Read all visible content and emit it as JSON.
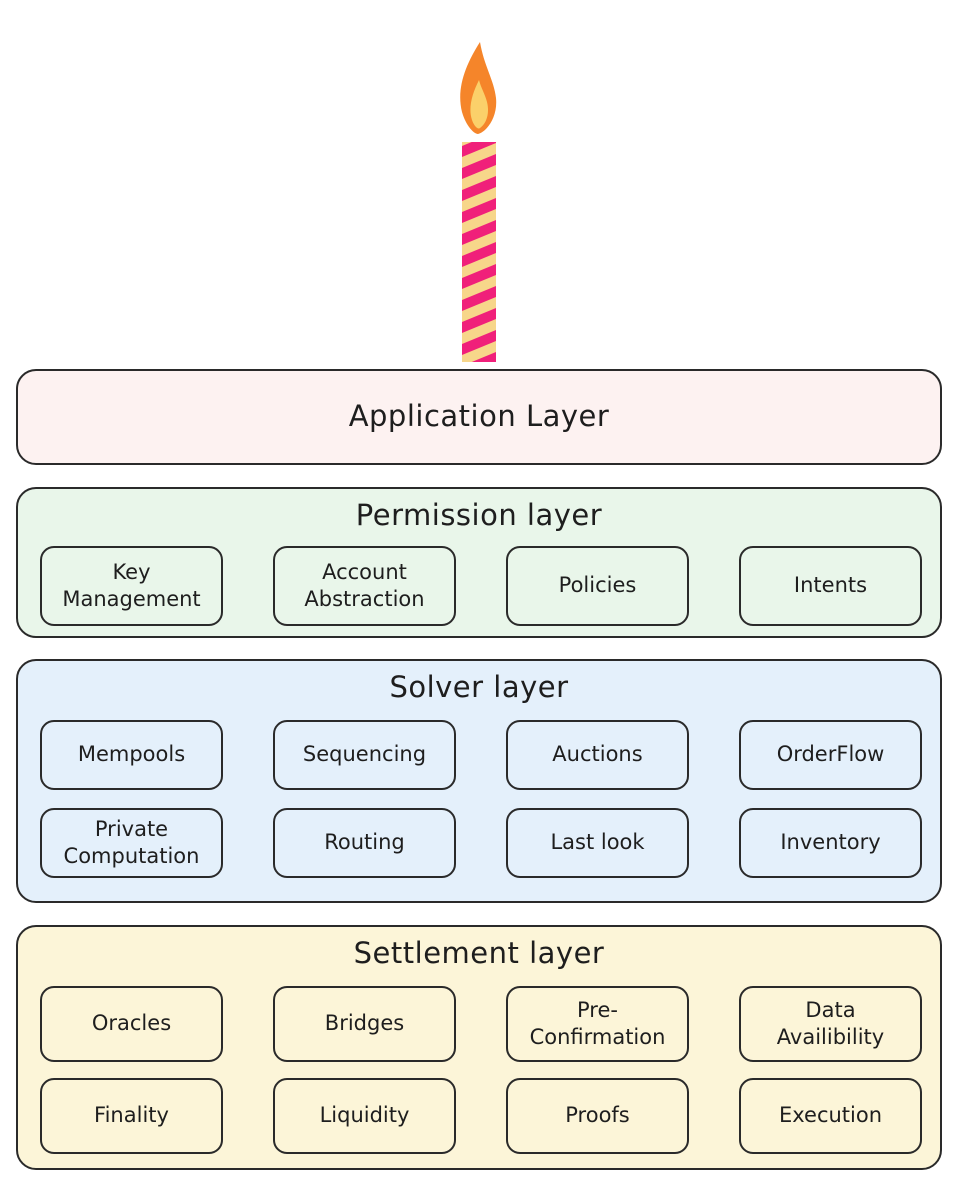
{
  "colors": {
    "application": "#fdf2f1",
    "permission": "#e9f6ea",
    "solver": "#e4f0fb",
    "settlement": "#fcf5d8",
    "stroke": "#2a2a2a",
    "candle_pink": "#f0207a",
    "candle_yellow": "#f7d68a",
    "flame_outer": "#f5852a",
    "flame_inner": "#fbd06a"
  },
  "icons": {
    "candle": "candle-icon",
    "flame": "flame-icon"
  },
  "layers": {
    "application": {
      "title": "Application Layer"
    },
    "permission": {
      "title": "Permission layer",
      "items": [
        "Key\nManagement",
        "Account\nAbstraction",
        "Policies",
        "Intents"
      ]
    },
    "solver": {
      "title": "Solver layer",
      "items": [
        "Mempools",
        "Sequencing",
        "Auctions",
        "OrderFlow",
        "Private\nComputation",
        "Routing",
        "Last look",
        "Inventory"
      ]
    },
    "settlement": {
      "title": "Settlement layer",
      "items": [
        "Oracles",
        "Bridges",
        "Pre-\nConfirmation",
        "Data\nAvailibility",
        "Finality",
        "Liquidity",
        "Proofs",
        "Execution"
      ]
    }
  }
}
